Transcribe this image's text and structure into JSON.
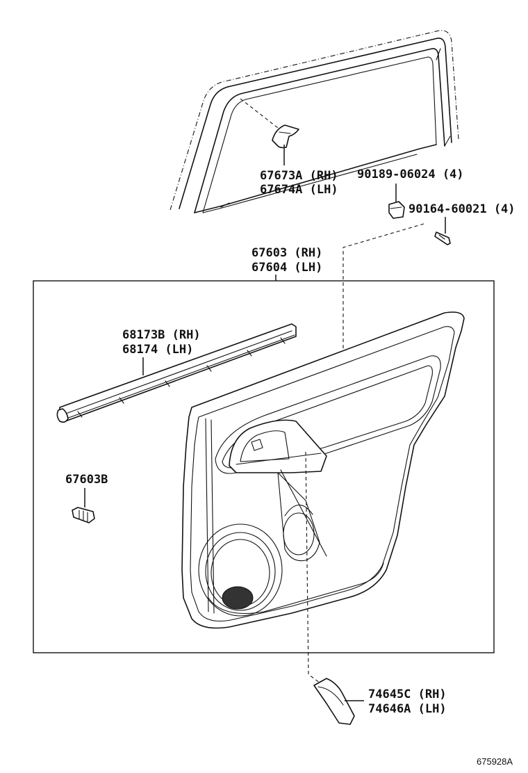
{
  "labels": {
    "top_bracket_rh": "67673A (RH)",
    "top_bracket_lh": "67674A (LH)",
    "clip_part": "90189-06024 (4)",
    "screw_part": "90164-60021 (4)",
    "panel_rh": "67603 (RH)",
    "panel_lh": "67604 (LH)",
    "weatherstrip_rh": "68173B (RH)",
    "weatherstrip_lh": "68174 (LH)",
    "clip_67603b": "67603B",
    "lower_trim_rh": "74645C (RH)",
    "lower_trim_lh": "74646A (LH)",
    "figure_ref": "675928A"
  }
}
